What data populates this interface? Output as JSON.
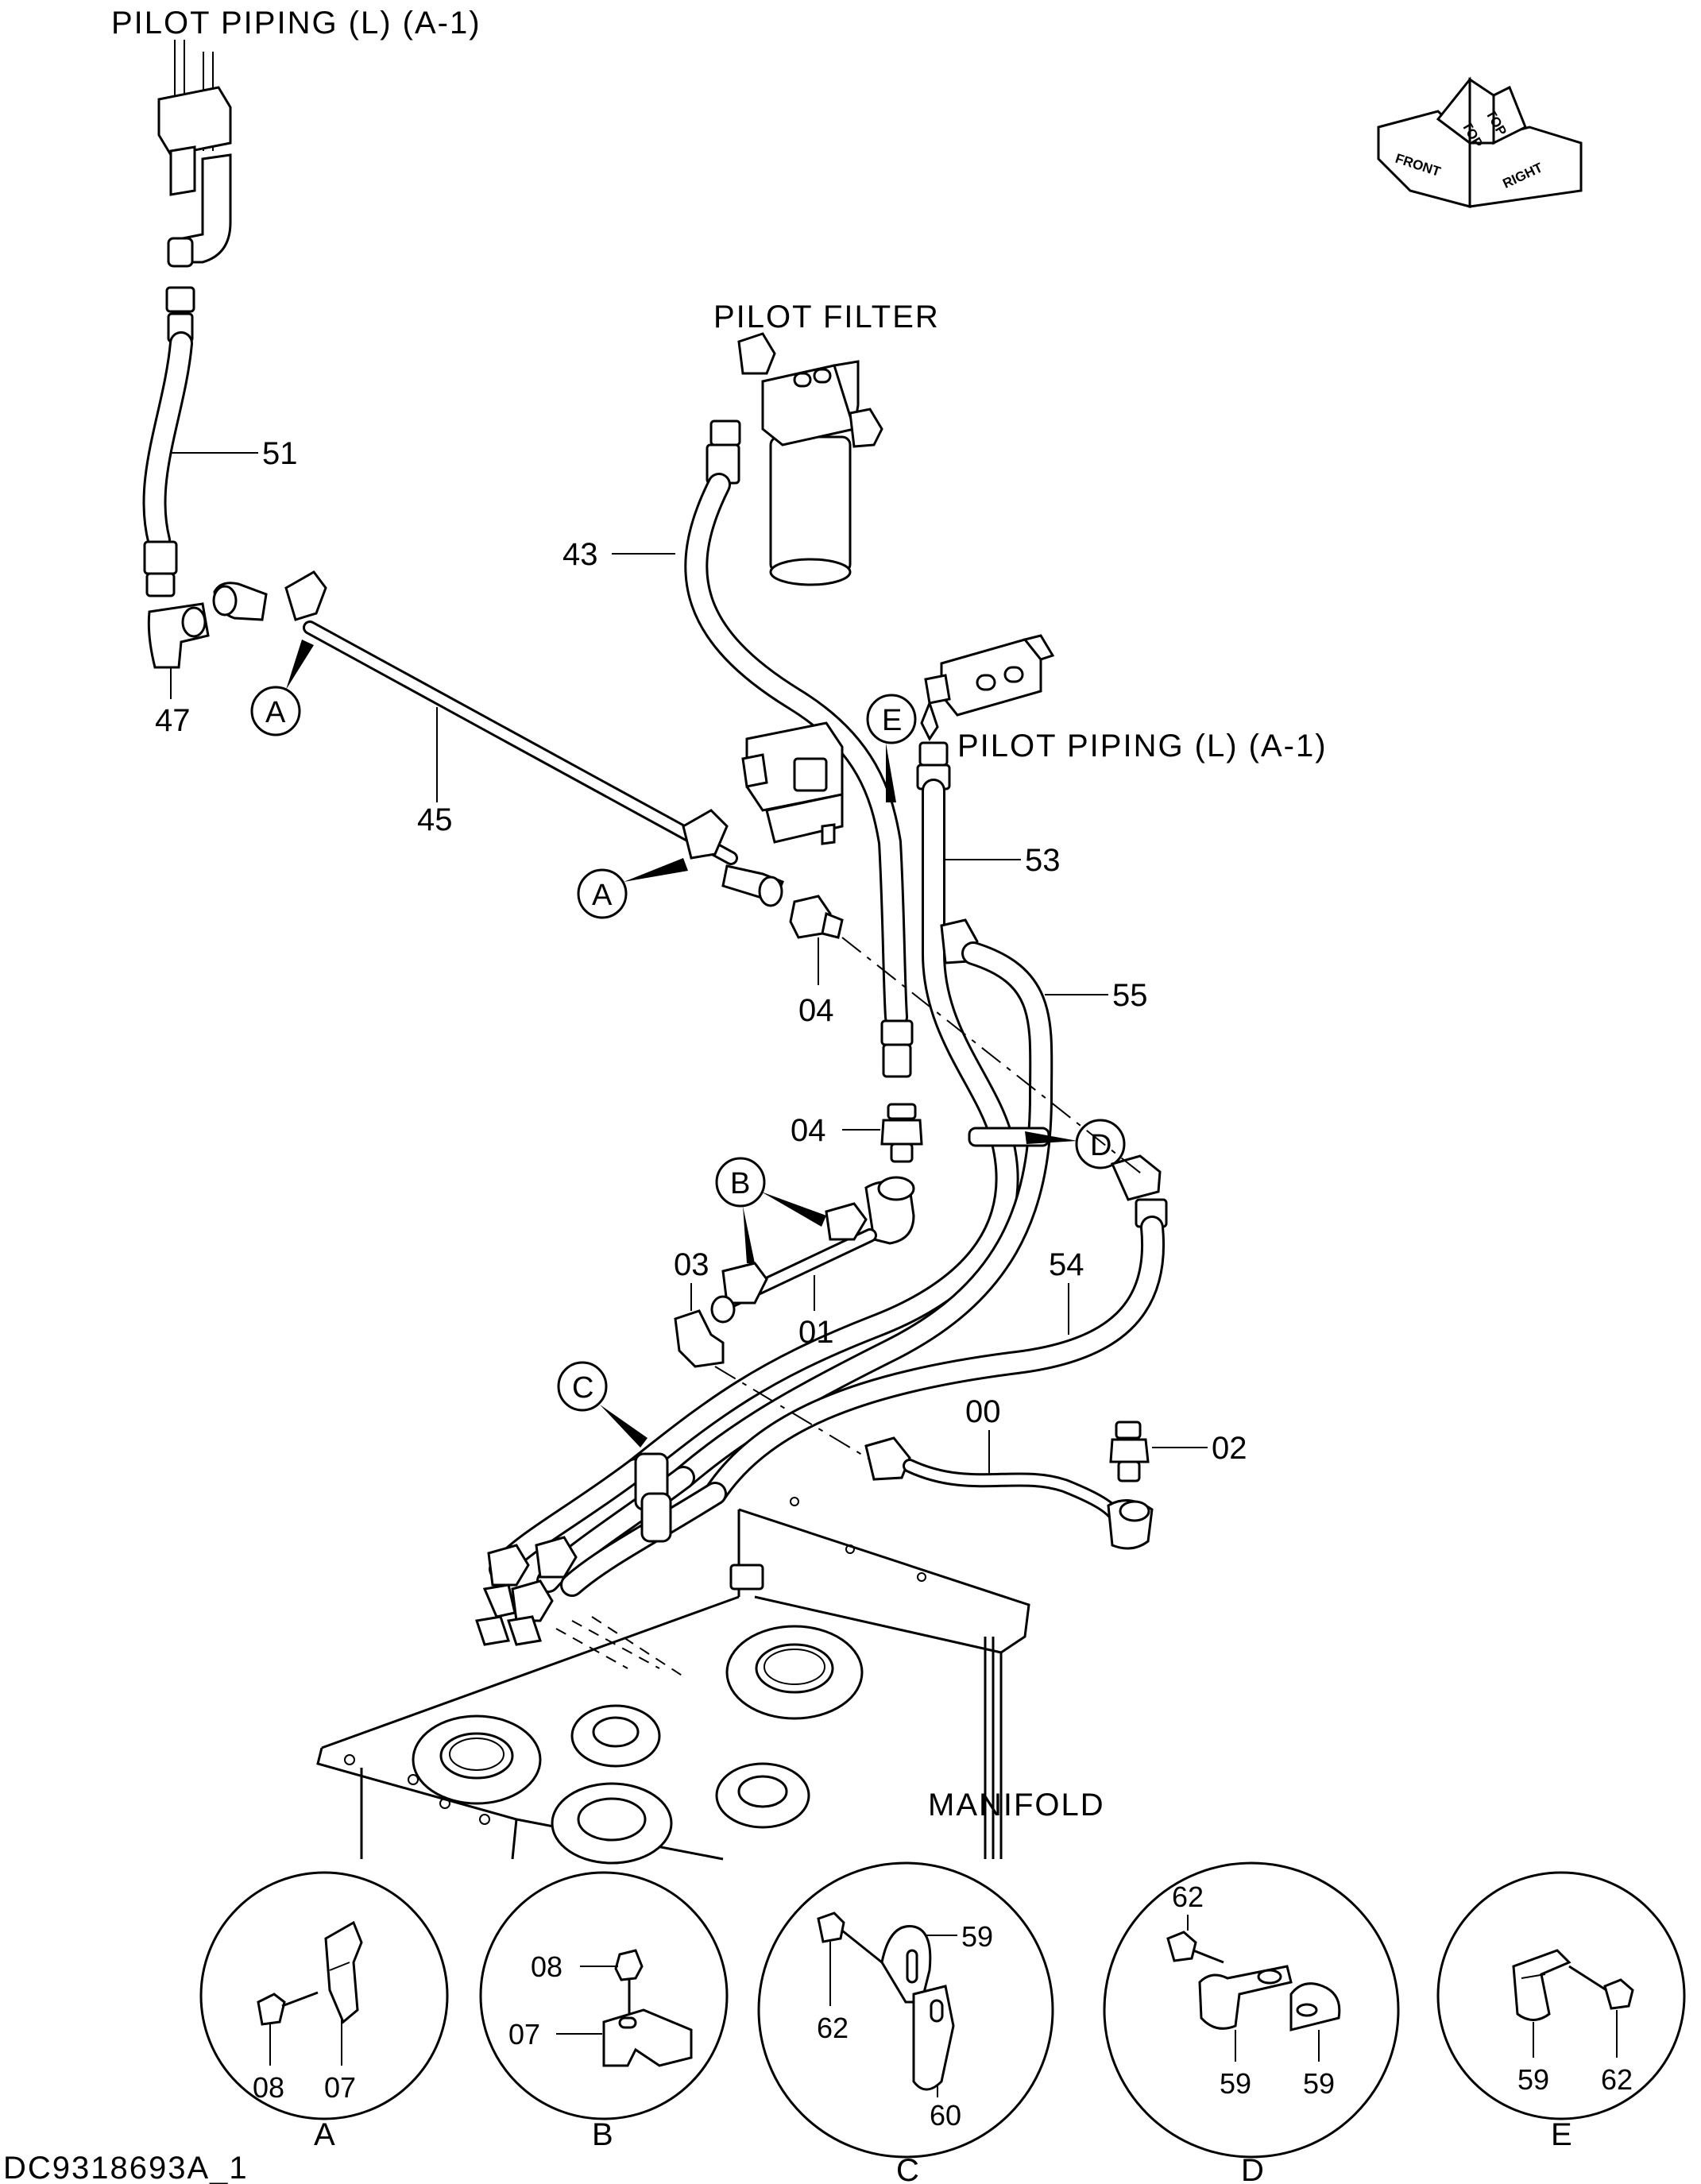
{
  "labels": {
    "pilot_piping_top": "PILOT PIPING (L) (A-1)",
    "pilot_piping_mid": "PILOT PIPING (L) (A-1)",
    "pilot_filter": "PILOT FILTER",
    "manifold": "MANIFOLD",
    "drawing_id": "DC9318693A_1"
  },
  "orientation_icon": {
    "front": "FRONT",
    "top_1": "TOP",
    "top_2": "TOP",
    "right": "RIGHT"
  },
  "part_numbers": {
    "p51": "51",
    "p47": "47",
    "p45": "45",
    "p43": "43",
    "p53": "53",
    "p55": "55",
    "p04a": "04",
    "p04b": "04",
    "p03": "03",
    "p01": "01",
    "p54": "54",
    "p00": "00",
    "p02": "02"
  },
  "callouts": {
    "a1": "A",
    "a2": "A",
    "b": "B",
    "c": "C",
    "d": "D",
    "e": "E"
  },
  "details": {
    "A": {
      "letter": "A",
      "parts": [
        "08",
        "07"
      ]
    },
    "B": {
      "letter": "B",
      "parts": [
        "08",
        "07"
      ]
    },
    "C": {
      "letter": "C",
      "parts": [
        "59",
        "62",
        "60"
      ]
    },
    "D": {
      "letter": "D",
      "parts": [
        "62",
        "59",
        "59"
      ]
    },
    "E": {
      "letter": "E",
      "parts": [
        "59",
        "62"
      ]
    }
  }
}
